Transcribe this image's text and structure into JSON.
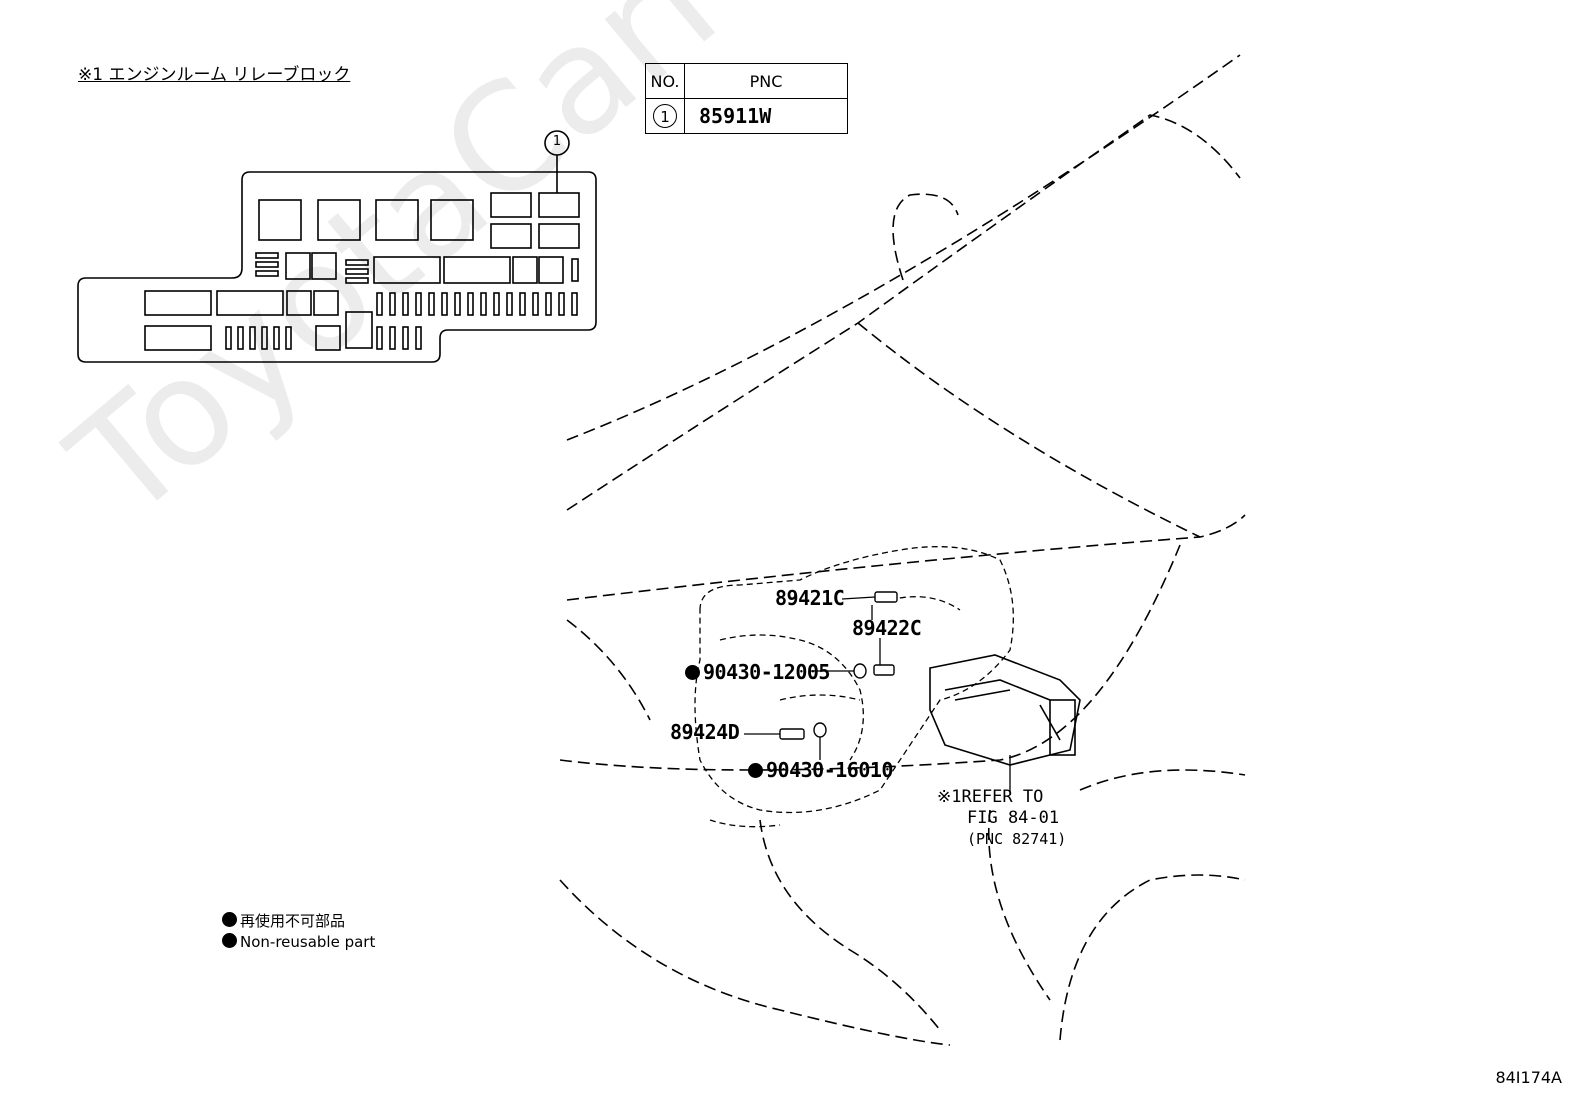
{
  "relay_block": {
    "title": "※1 エンジンルーム リレーブロック",
    "callout_number": "1"
  },
  "pnc_table": {
    "headers": [
      "NO.",
      "PNC"
    ],
    "rows": [
      {
        "no": "1",
        "pnc": "85911W"
      }
    ]
  },
  "parts": {
    "p1": "89421C",
    "p2": "89422C",
    "p3": "90430-12005",
    "p4": "89424D",
    "p5": "90430-16010"
  },
  "refer_note": {
    "line1": "※1REFER TO",
    "line2": "FIG 84-01",
    "line3": "(PNC 82741)"
  },
  "legend": {
    "jp": "再使用不可部品",
    "en": "Non-reusable part"
  },
  "figure_code": "84I174A",
  "watermark": "ToyotaCarMine.ru"
}
